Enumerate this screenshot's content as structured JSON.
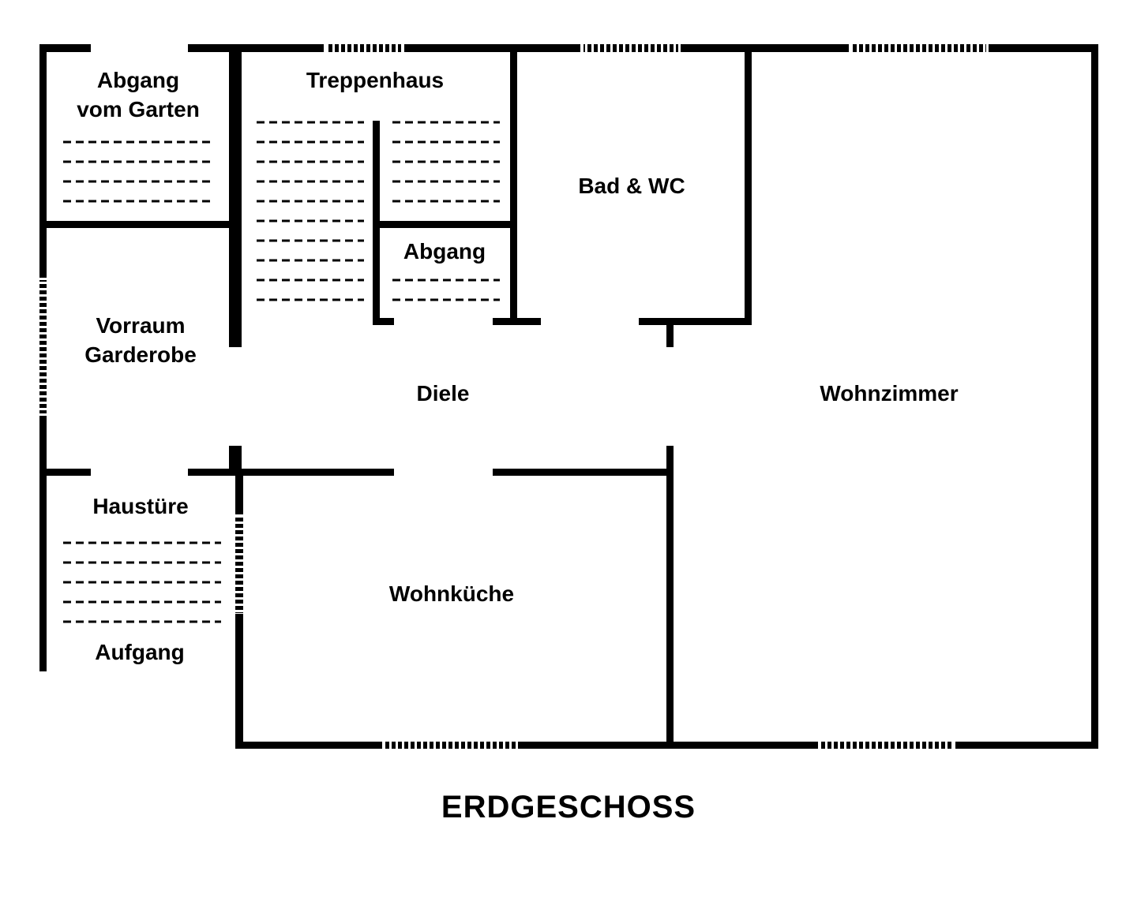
{
  "title": "ERDGESCHOSS",
  "rooms": {
    "abgang_garten": {
      "line1": "Abgang",
      "line2": "vom Garten"
    },
    "treppenhaus": "Treppenhaus",
    "bad_wc": "Bad & WC",
    "abgang": "Abgang",
    "vorraum": {
      "line1": "Vorraum",
      "line2": "Garderobe"
    },
    "diele": "Diele",
    "wohnzimmer": "Wohnzimmer",
    "haustuere": "Haustüre",
    "aufgang": "Aufgang",
    "wohnkueche": "Wohnküche"
  }
}
